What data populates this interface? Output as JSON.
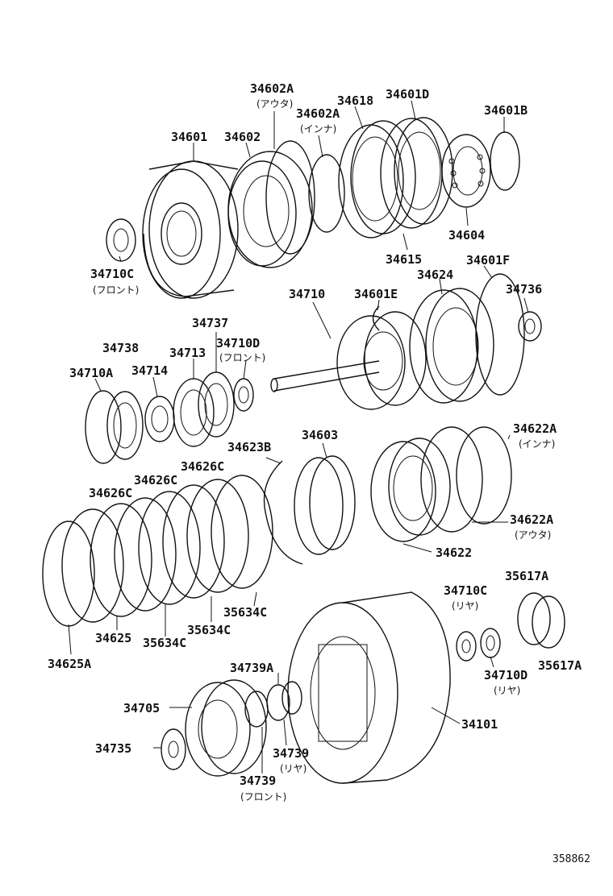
{
  "catalog_number": "358862",
  "labels": {
    "l34602A_outer": {
      "code": "34602A",
      "note": "(アウタ)"
    },
    "l34618": {
      "code": "34618"
    },
    "l34601D": {
      "code": "34601D"
    },
    "l34602A_inner": {
      "code": "34602A",
      "note": "(インナ)"
    },
    "l34601": {
      "code": "34601"
    },
    "l34602": {
      "code": "34602"
    },
    "l34601B": {
      "code": "34601B"
    },
    "l34604": {
      "code": "34604"
    },
    "l34615": {
      "code": "34615"
    },
    "l34710C_front": {
      "code": "34710C",
      "note": "(フロント)"
    },
    "l34601F": {
      "code": "34601F"
    },
    "l34624": {
      "code": "34624"
    },
    "l34736": {
      "code": "34736"
    },
    "l34710": {
      "code": "34710"
    },
    "l34601E": {
      "code": "34601E"
    },
    "l34737": {
      "code": "34737"
    },
    "l34738": {
      "code": "34738"
    },
    "l34713": {
      "code": "34713"
    },
    "l34710D_front": {
      "code": "34710D",
      "note": "(フロント)"
    },
    "l34710A": {
      "code": "34710A"
    },
    "l34714": {
      "code": "34714"
    },
    "l34623B": {
      "code": "34623B"
    },
    "l34603": {
      "code": "34603"
    },
    "l34622A_inner": {
      "code": "34622A",
      "note": "(インナ)"
    },
    "l34626C_a": {
      "code": "34626C"
    },
    "l34626C_b": {
      "code": "34626C"
    },
    "l34626C_c": {
      "code": "34626C"
    },
    "l34622A_outer": {
      "code": "34622A",
      "note": "(アウタ)"
    },
    "l34622": {
      "code": "34622"
    },
    "l35634C_a": {
      "code": "35634C"
    },
    "l35634C_b": {
      "code": "35634C"
    },
    "l35634C_c": {
      "code": "35634C"
    },
    "l34625": {
      "code": "34625"
    },
    "l34625A": {
      "code": "34625A"
    },
    "l34710C_rear": {
      "code": "34710C",
      "note": "(リヤ)"
    },
    "l35617A_a": {
      "code": "35617A"
    },
    "l35617A_b": {
      "code": "35617A"
    },
    "l34710D_rear": {
      "code": "34710D",
      "note": "(リヤ)"
    },
    "l34739A": {
      "code": "34739A"
    },
    "l34705": {
      "code": "34705"
    },
    "l34101": {
      "code": "34101"
    },
    "l34735": {
      "code": "34735"
    },
    "l34739_rear": {
      "code": "34739",
      "note": "(リヤ)"
    },
    "l34739_front": {
      "code": "34739",
      "note": "(フロント)"
    }
  }
}
